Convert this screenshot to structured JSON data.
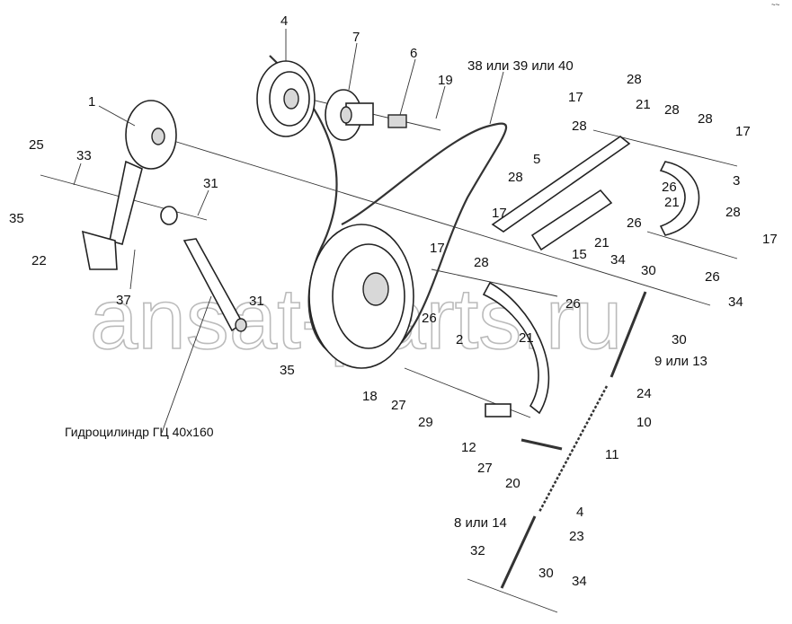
{
  "diagram": {
    "watermark": "ansat-parts.ru",
    "corner_mark": "~~",
    "caption": "Гидроцилиндр ГЦ 40x160",
    "callouts": [
      "4",
      "7",
      "6",
      "19",
      "38 или 39 или 40",
      "28",
      "17",
      "21",
      "28",
      "28",
      "28",
      "17",
      "1",
      "25",
      "33",
      "31",
      "5",
      "28",
      "26",
      "21",
      "3",
      "17",
      "26",
      "28",
      "21",
      "15",
      "17",
      "35",
      "22",
      "17",
      "28",
      "34",
      "30",
      "26",
      "34",
      "37",
      "31",
      "26",
      "26",
      "2",
      "21",
      "30",
      "9 или 13",
      "35",
      "24",
      "18",
      "27",
      "29",
      "10",
      "12",
      "11",
      "27",
      "20",
      "4",
      "8 или 14",
      "23",
      "32",
      "30",
      "34"
    ]
  }
}
